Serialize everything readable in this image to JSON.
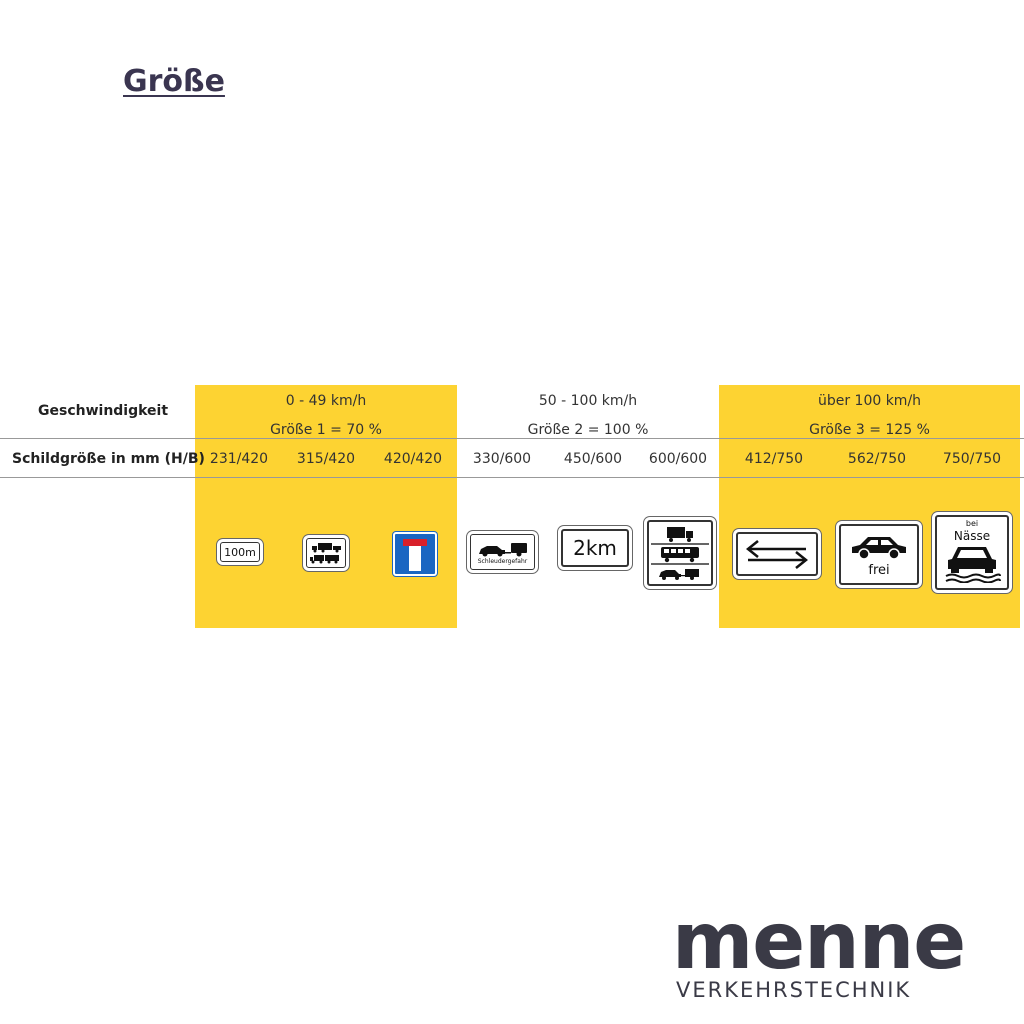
{
  "page": {
    "title": "Größe"
  },
  "table": {
    "row_speed_label": "Geschwindigkeit",
    "row_size_label": "Schildgröße in mm (H/B)",
    "groups": [
      {
        "speed": "0 - 49 km/h",
        "size_class": "Größe 1 = 70 %",
        "highlight": "#fdd332"
      },
      {
        "speed": "50 - 100 km/h",
        "size_class": "Größe 2 = 100 %",
        "highlight": "#ffffff"
      },
      {
        "speed": "über 100 km/h",
        "size_class": "Größe 3 = 125 %",
        "highlight": "#fdd332"
      }
    ],
    "dimensions": [
      "231/420",
      "315/420",
      "420/420",
      "330/600",
      "450/600",
      "600/600",
      "412/750",
      "562/750",
      "750/750"
    ]
  },
  "signs": [
    {
      "icon": "distance-sign-icon",
      "text": "100m"
    },
    {
      "icon": "trucks-trailers-sign-icon",
      "text": ""
    },
    {
      "icon": "dead-end-sign-icon",
      "text": ""
    },
    {
      "icon": "car-trailer-skid-sign-icon",
      "text": "Schleudergefahr"
    },
    {
      "icon": "distance-sign-icon",
      "text": "2km"
    },
    {
      "icon": "truck-bus-car-trailer-sign-icon",
      "text": ""
    },
    {
      "icon": "two-way-arrows-sign-icon",
      "text": ""
    },
    {
      "icon": "car-free-sign-icon",
      "text": "frei"
    },
    {
      "icon": "car-wet-road-sign-icon",
      "text_line1": "bei",
      "text_line2": "Nässe"
    }
  ],
  "logo": {
    "word": "menne",
    "sub": "VERKEHRSTECHNIK"
  }
}
